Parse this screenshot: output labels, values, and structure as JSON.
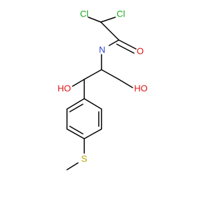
{
  "molecule": {
    "atoms": [
      {
        "id": "cl-left",
        "label": "Cl",
        "color": "#1fa31f"
      },
      {
        "id": "cl-right",
        "label": "Cl",
        "color": "#1fa31f"
      },
      {
        "id": "nitrogen",
        "label": "N",
        "color": "#2b45cc"
      },
      {
        "id": "carbonyl-oxygen",
        "label": "O",
        "color": "#e01010"
      },
      {
        "id": "hydroxyl-left",
        "label": "HO",
        "color": "#e01010"
      },
      {
        "id": "hydroxyl-right",
        "label": "HO",
        "color": "#e01010"
      },
      {
        "id": "sulfur",
        "label": "S",
        "color": "#b5a200"
      }
    ]
  }
}
